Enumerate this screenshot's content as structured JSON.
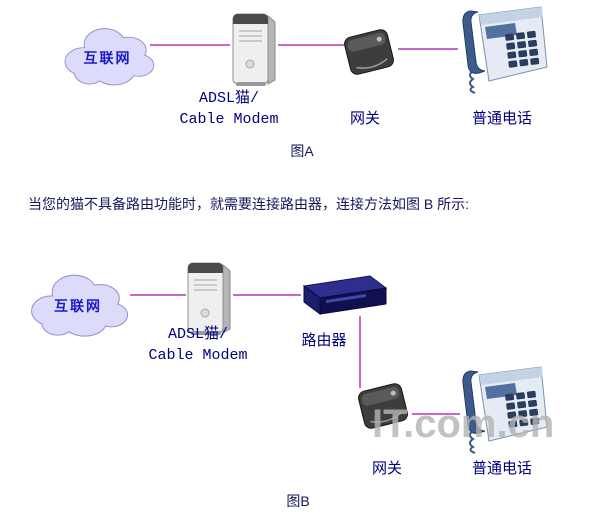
{
  "figure_a": {
    "caption": "图A",
    "nodes": {
      "cloud": "互联网",
      "modem_line1": "ADSL猫/",
      "modem_line2": "Cable Modem",
      "gateway": "网关",
      "phone": "普通电话"
    }
  },
  "note_text": "当您的猫不具备路由功能时，就需要连接路由器，连接方法如图 B 所示:",
  "figure_b": {
    "caption": "图B",
    "nodes": {
      "cloud": "互联网",
      "modem_line1": "ADSL猫/",
      "modem_line2": "Cable Modem",
      "router": "路由器",
      "gateway": "网关",
      "phone": "普通电话"
    }
  },
  "watermark": "IT.com.cn",
  "colors": {
    "connector_line": "#cc66cc",
    "cloud_fill": "#dcdcfa",
    "cloud_outline": "#9a8fd0",
    "cloud_label_text": "#1a1acc",
    "device_label_text": "#000080",
    "body_text": "#16165a",
    "watermark_text": "#b4b4b4"
  }
}
